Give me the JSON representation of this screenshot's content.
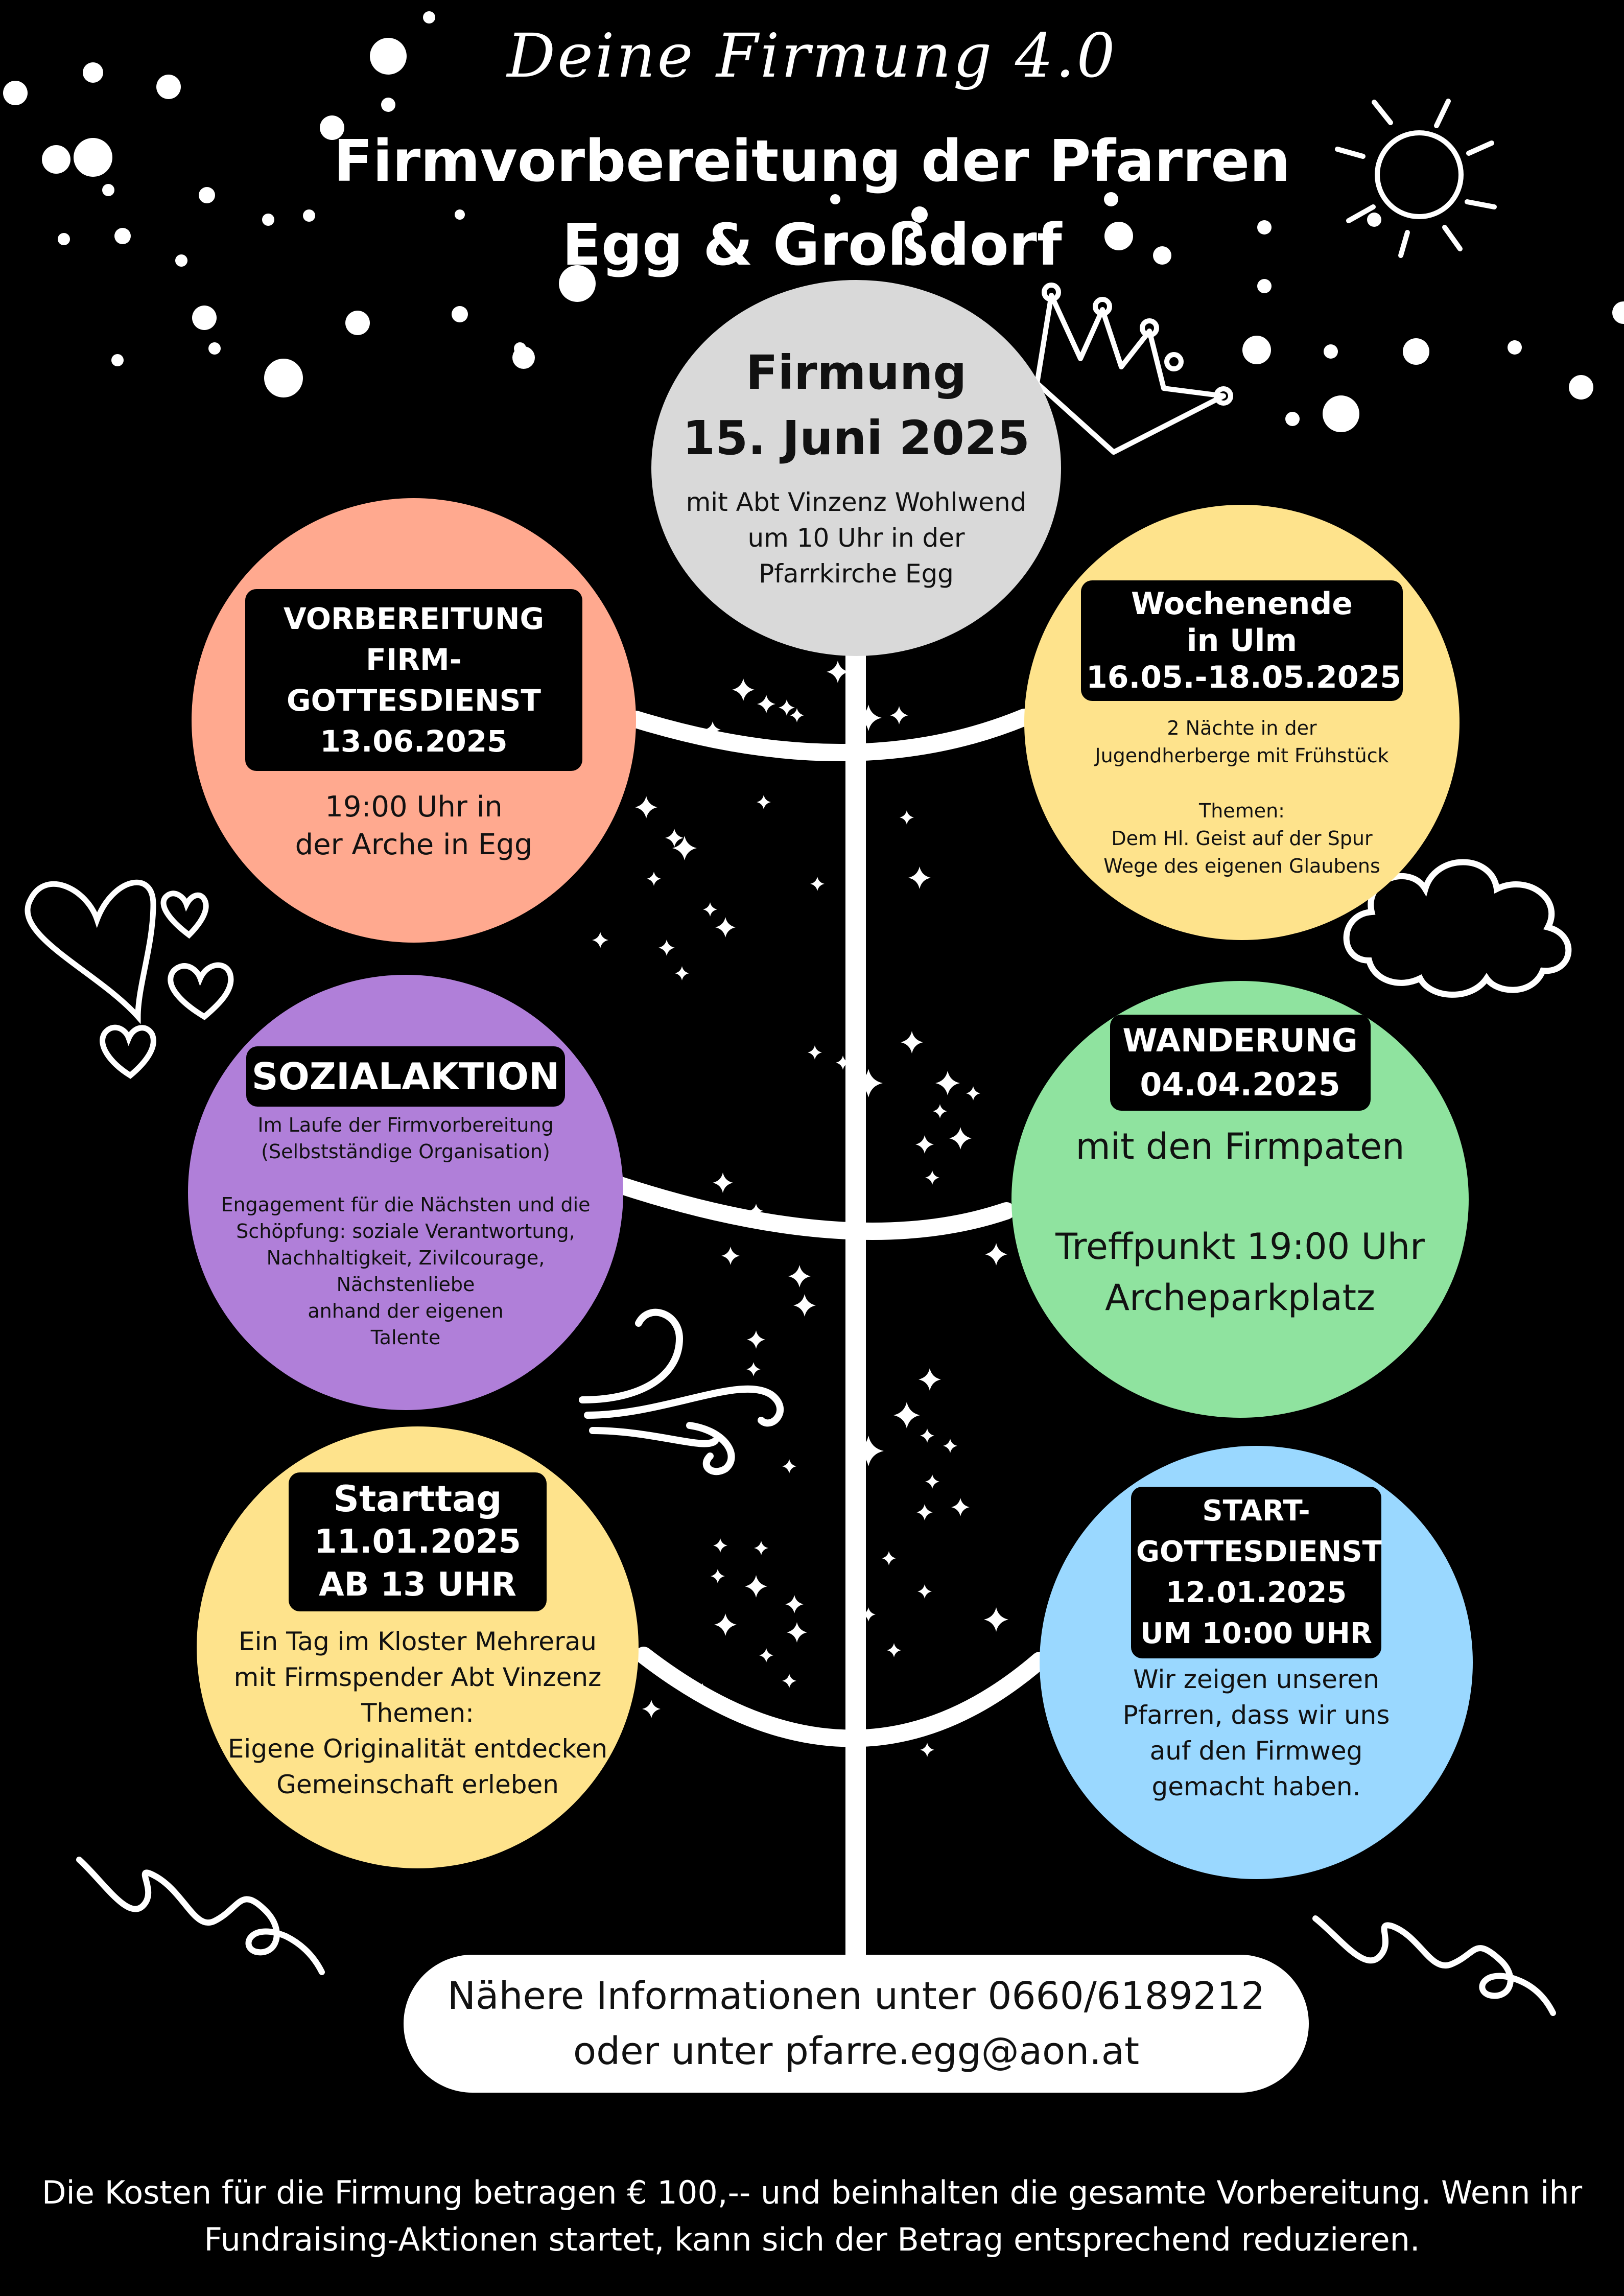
{
  "header": {
    "script_title": "Deine Firmung 4.0",
    "title_line1": "Firmvorbereitung der Pfarren",
    "title_line2": "Egg & Großdorf"
  },
  "center_event": {
    "title": "Firmung",
    "date": "15. Juni 2025",
    "line1": "mit Abt Vinzenz Wohlwend",
    "line2": "um 10 Uhr in der",
    "line3": "Pfarrkirche Egg",
    "color": "#d9d9d9"
  },
  "events": {
    "vorbereitung": {
      "label_line1": "VORBEREITUNG",
      "label_line2": "FIRM-GOTTESDIENST",
      "label_line3": "13.06.2025",
      "line1": "19:00 Uhr in",
      "line2": "der Arche in Egg",
      "color": "#ffa98f"
    },
    "wochenende": {
      "label_line1": "Wochenende",
      "label_line2": "in Ulm",
      "label_line3": "16.05.-18.05.2025",
      "line1": "2 Nächte in der",
      "line2": "Jugendherberge mit Frühstück",
      "line3": "Themen:",
      "line4": "Dem Hl. Geist auf der Spur",
      "line5": "Wege des eigenen Glaubens",
      "color": "#fee38c"
    },
    "sozialaktion": {
      "label": "SOZIALAKTION",
      "line1": "Im Laufe der Firmvorbereitung",
      "line2": "(Selbstständige Organisation)",
      "line3": "Engagement für die Nächsten und die",
      "line4": "Schöpfung: soziale Verantwortung,",
      "line5": "Nachhaltigkeit, Zivilcourage,",
      "line6": "Nächstenliebe",
      "line7": "anhand der eigenen",
      "line8": "Talente",
      "color": "#b07fd9"
    },
    "wanderung": {
      "label_line1": "WANDERUNG",
      "label_line2": "04.04.2025",
      "line1": "mit den Firmpaten",
      "line2": "Treffpunkt 19:00 Uhr",
      "line3": "Archeparkplatz",
      "color": "#8fe39f"
    },
    "starttag": {
      "label_line1": "Starttag",
      "label_line2": "11.01.2025",
      "label_line3": "AB 13 UHR",
      "line1": "Ein Tag im Kloster Mehrerau",
      "line2": "mit Firmspender Abt Vinzenz",
      "line3": "Themen:",
      "line4": "Eigene Originalität entdecken",
      "line5": "Gemeinschaft erleben",
      "color": "#fee38c"
    },
    "startgottesdienst": {
      "label_line1": "START-",
      "label_line2": "GOTTESDIENST",
      "label_line3": "12.01.2025",
      "label_line4": "UM 10:00 UHR",
      "line1": "Wir zeigen unseren",
      "line2": "Pfarren, dass wir uns",
      "line3": "auf den Firmweg",
      "line4": "gemacht haben.",
      "color": "#9ad8ff"
    }
  },
  "info": {
    "line1": "Nähere Informationen unter 0660/6189212",
    "line2": "oder unter pfarre.egg@aon.at"
  },
  "footer": {
    "line1": "Die Kosten für die Firmung betragen € 100,-- und beinhalten die gesamte Vorbereitung. Wenn ihr",
    "line2": "Fundraising-Aktionen startet, kann sich der Betrag entsprechend reduzieren."
  },
  "decorations": {
    "icons": [
      "sun-icon",
      "crown-icon",
      "cloud-icon",
      "hearts-icon",
      "wind-swirl-icon",
      "sparkle-icon",
      "squiggle-icon",
      "dots-icon"
    ]
  }
}
